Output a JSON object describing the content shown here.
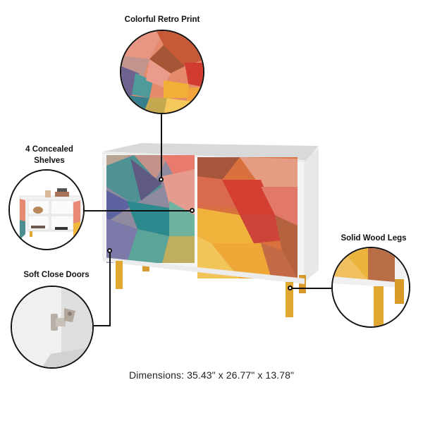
{
  "features": {
    "retro_print": {
      "label": "Colorful Retro Print"
    },
    "shelves": {
      "label_line1": "4 Concealed",
      "label_line2": "Shelves"
    },
    "legs": {
      "label": "Solid Wood Legs"
    },
    "doors": {
      "label": "Soft Close Doors"
    }
  },
  "dimensions": {
    "text": "Dimensions: 35.43\" x 26.77\" x 13.78\""
  },
  "colors": {
    "cabinet_white": "#f4f4f4",
    "leg_gold": "#e0a830",
    "accent_red": "#d8503a",
    "accent_teal": "#3f8a8c",
    "accent_yellow": "#f0b83c",
    "line_black": "#111111"
  }
}
